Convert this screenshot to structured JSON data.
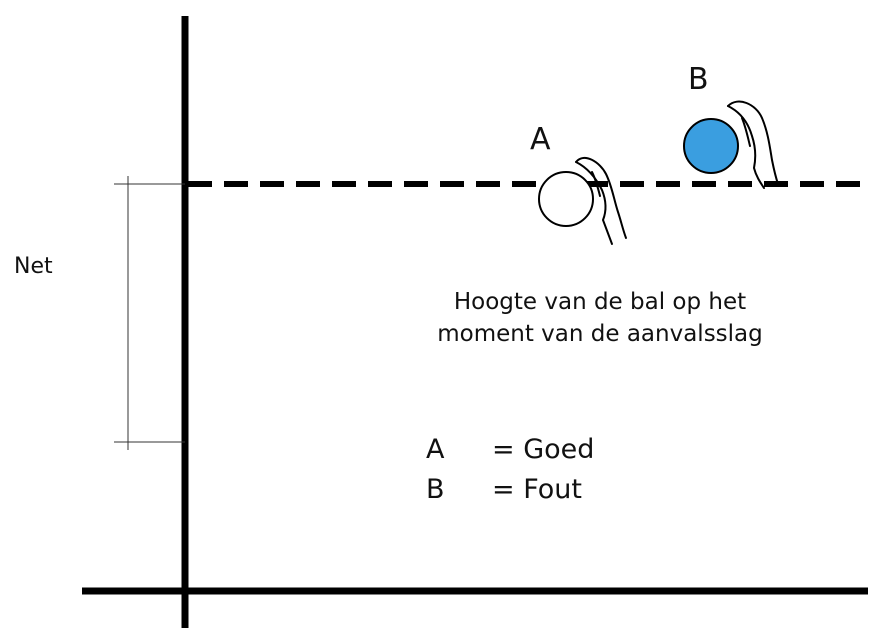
{
  "net_label": "Net",
  "ball_a": {
    "label": "A",
    "fill": "#ffffff"
  },
  "ball_b": {
    "label": "B",
    "fill": "#3a9ee0"
  },
  "caption": {
    "line1": "Hoogte van de bal op het",
    "line2": "moment van de aanvalsslag"
  },
  "legend": [
    {
      "key": "A",
      "value": "= Goed"
    },
    {
      "key": "B",
      "value": "= Fout"
    }
  ],
  "colors": {
    "line": "#000000",
    "accent": "#3a9ee0"
  }
}
